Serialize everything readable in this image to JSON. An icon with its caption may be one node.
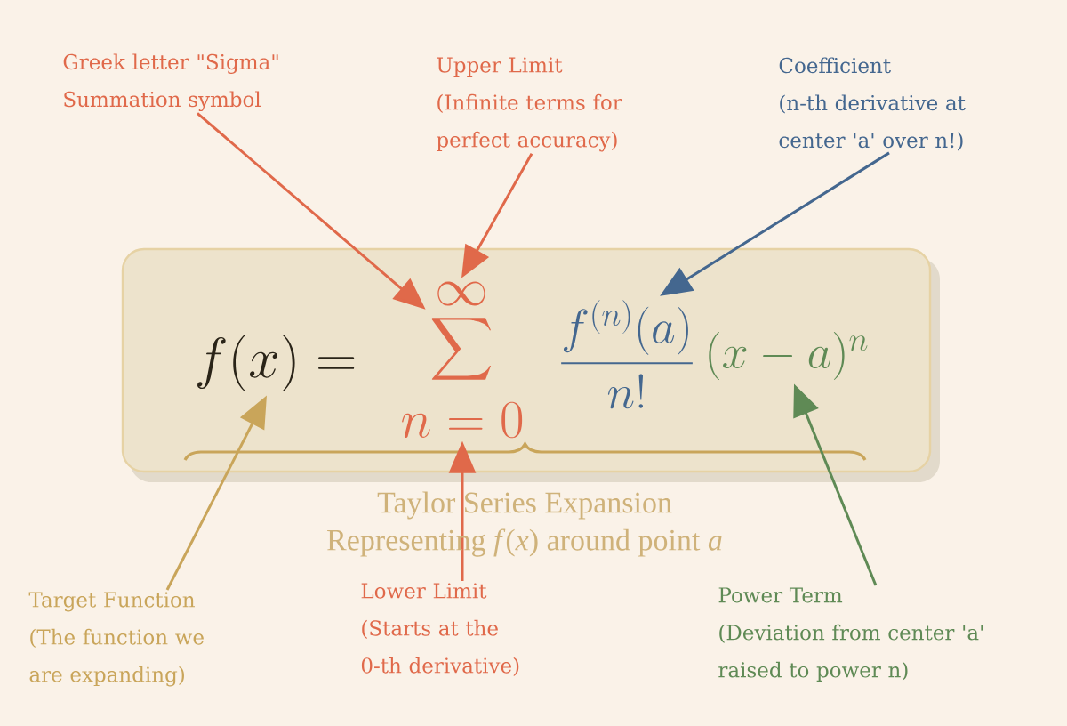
{
  "diagram": {
    "nodes": [
      {
        "text": [
          "Greek letter \"Sigma\"",
          "Summation symbol"
        ]
      },
      {
        "text": [
          "Upper Limit",
          "(Infinite terms for perfect accuracy)"
        ]
      },
      {
        "text": [
          "Coefficient",
          "(n-th derivative at center 'a' over n!)"
        ]
      },
      {
        "text": [],
        "shape": "box"
      },
      {
        "text": [
          "f(x) ="
        ],
        "in": 3
      },
      {
        "text": [
          "\\sum"
        ],
        "in": 3
      },
      {
        "text": [
          "\\infty"
        ],
        "in": 3
      },
      {
        "text": [
          "n = 0"
        ],
        "in": 3
      },
      {
        "text": [
          "\\frac{f^{(n)}(a)}{n!}"
        ],
        "in": 3
      },
      {
        "text": [
          "(x - a)^{n}"
        ],
        "in": 3
      },
      {
        "text": [
          "Target Function",
          "(The function we are expanding)"
        ]
      },
      {
        "text": [
          "Lower Limit",
          "(Starts at the 0-th derivative)"
        ]
      },
      {
        "text": [
          "Power Term",
          "(Deviation from center 'a' raised to power n)"
        ]
      }
    ],
    "edges": [
      {
        "from": 0,
        "to": 5,
        "arrow": "to"
      },
      {
        "from": 1,
        "to": 6,
        "arrow": "to"
      },
      {
        "from": 2,
        "to": 8,
        "arrow": "to",
        "color": "#44678f"
      },
      {
        "from": 10,
        "to": 4,
        "arrow": "to",
        "color": "#c9a55a"
      },
      {
        "from": 11,
        "to": 7,
        "arrow": "to"
      },
      {
        "from": 12,
        "to": 9,
        "arrow": "to",
        "color": "#5f8a55"
      }
    ],
    "labels": [
      "Taylor Series Expansion",
      "Representing *f*(*x*) around point *a*"
    ]
  }
}
